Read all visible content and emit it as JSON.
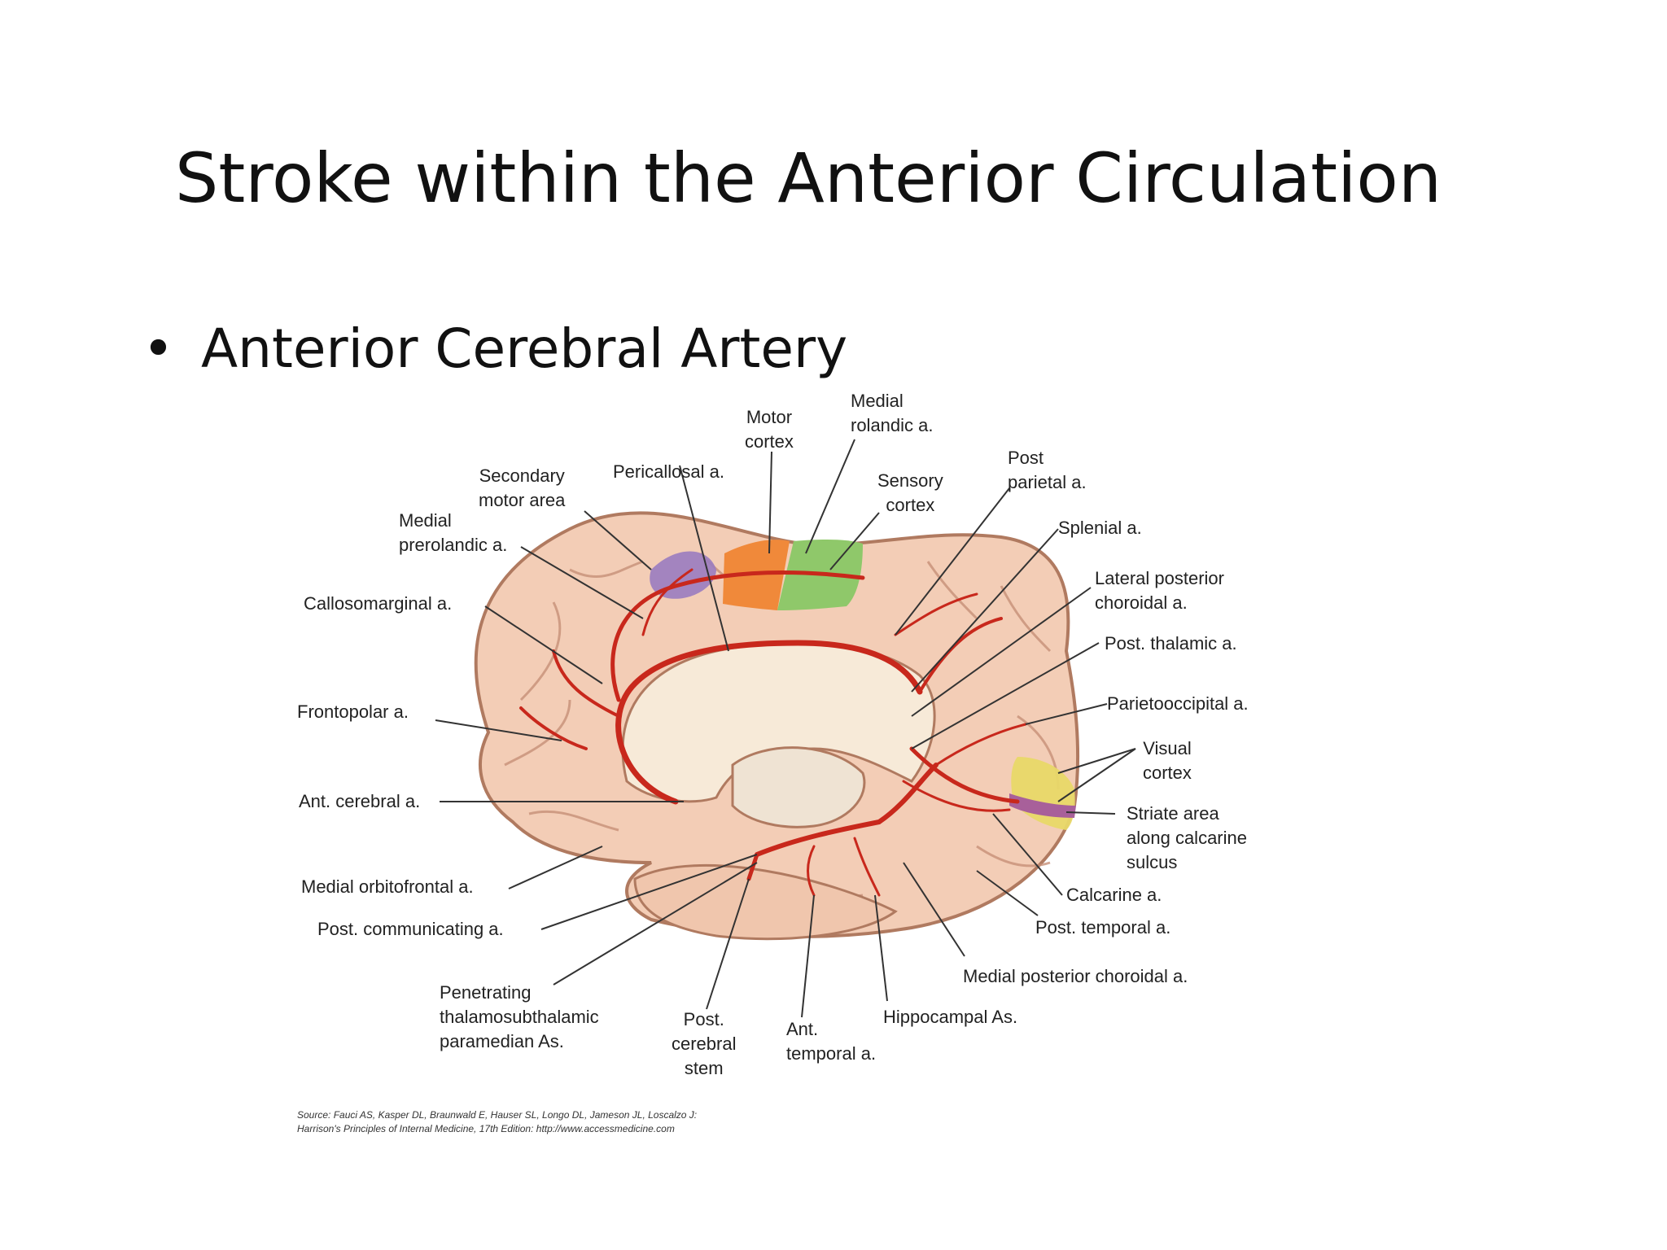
{
  "slide": {
    "title": "Stroke within the Anterior Circulation",
    "bullet": "Anterior Cerebral Artery"
  },
  "labels": {
    "motor_cortex": "Motor\ncortex",
    "medial_rolandic": "Medial\nrolandic a.",
    "secondary_motor": "Secondary\nmotor area",
    "pericallosal": "Pericallosal a.",
    "sensory_cortex": "Sensory\ncortex",
    "post_parietal": "Post\nparietal a.",
    "medial_prerolandic": "Medial\nprerolandic a.",
    "splenial": "Splenial a.",
    "callosomarginal": "Callosomarginal a.",
    "lateral_posterior_choroidal": "Lateral posterior\nchoroidal a.",
    "post_thalamic": "Post. thalamic a.",
    "frontopolar": "Frontopolar a.",
    "parietooccipital": "Parietooccipital a.",
    "visual_cortex": "Visual\ncortex",
    "ant_cerebral": "Ant. cerebral a.",
    "striate_area": "Striate area\nalong calcarine\nsulcus",
    "medial_orbitofrontal": "Medial orbitofrontal a.",
    "calcarine": "Calcarine a.",
    "post_communicating": "Post. communicating a.",
    "post_temporal": "Post. temporal a.",
    "medial_posterior_choroidal": "Medial posterior choroidal a.",
    "penetrating": "Penetrating\nthalamosubthalamic\nparamedian As.",
    "post_cerebral_stem": "Post.\ncerebral\nstem",
    "ant_temporal": "Ant.\ntemporal a.",
    "hippocampal": "Hippocampal As."
  },
  "source": {
    "line1": "Source: Fauci AS, Kasper DL, Braunwald E, Hauser SL, Longo DL, Jameson JL, Loscalzo J:",
    "line2": "Harrison's Principles of Internal Medicine, 17th Edition: http://www.accessmedicine.com"
  },
  "colors": {
    "brain_fill": "#f3cdb6",
    "brain_outline": "#b07a60",
    "artery": "#c8281c",
    "motor_area": "#f0893a",
    "sensory_area": "#8fc86a",
    "secondary_motor_area": "#9a7cc0",
    "visual_area": "#e8d868",
    "striate_area": "#a8609a",
    "corpus_callosum": "#f7ead8"
  }
}
